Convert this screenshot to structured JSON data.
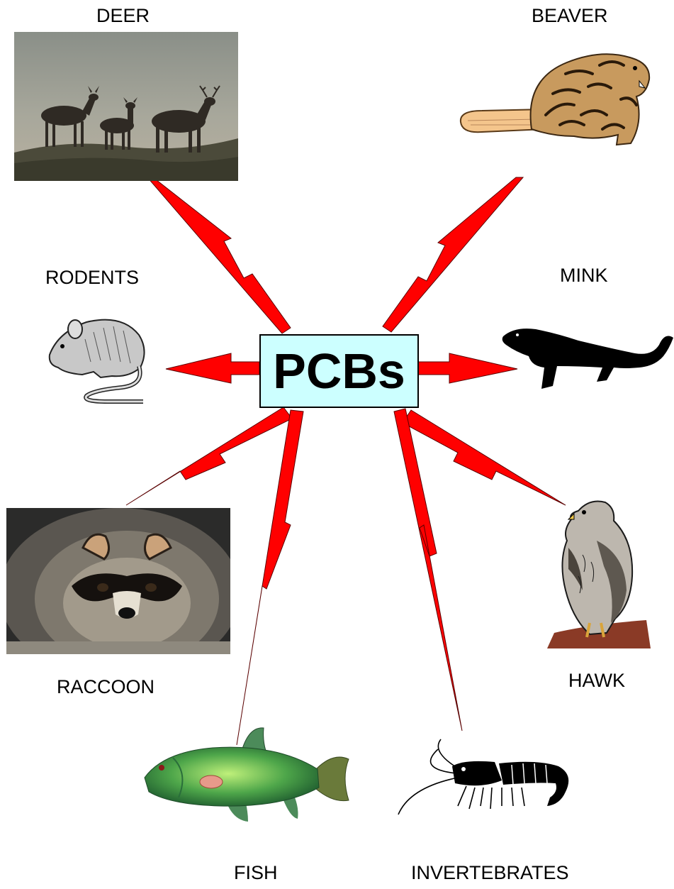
{
  "center": {
    "label": "PCBs"
  },
  "animals": {
    "deer": "DEER",
    "beaver": "BEAVER",
    "rodents": "RODENTS",
    "mink": "MINK",
    "raccoon": "RACCOON",
    "hawk": "HAWK",
    "fish": "FISH",
    "invertebrates": "INVERTEBRATES"
  },
  "colors": {
    "arrow": "#ff0000",
    "center_fill": "#ccffff"
  }
}
